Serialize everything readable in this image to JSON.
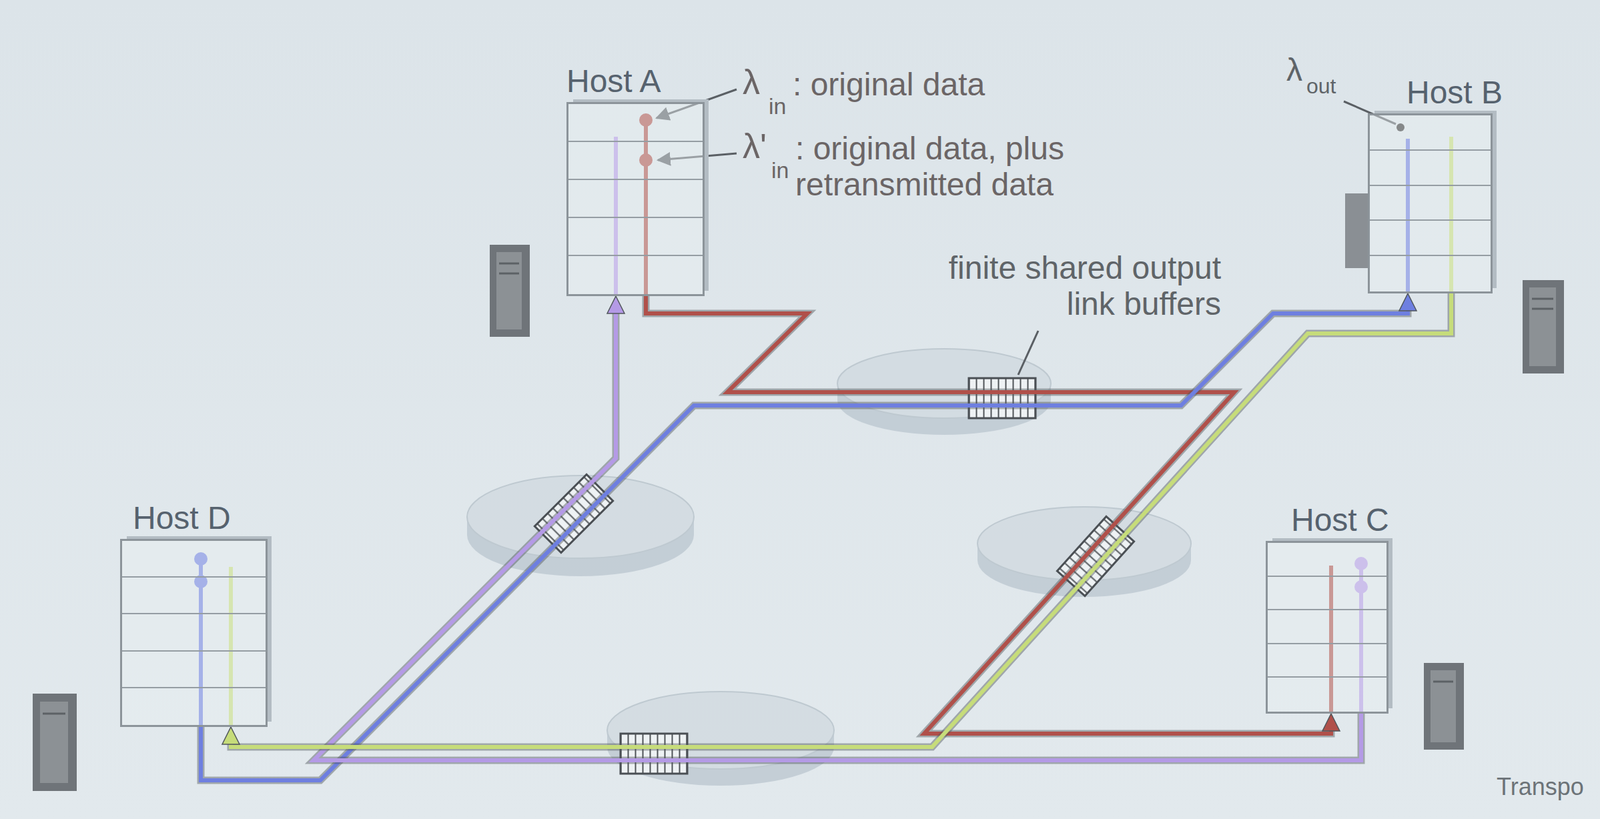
{
  "diagram": {
    "nodes": [
      {
        "text": [
          "Host A"
        ]
      },
      {
        "text": [
          "Host B"
        ]
      },
      {
        "text": [
          "Host D"
        ]
      },
      {
        "text": [
          "Host C"
        ]
      }
    ],
    "edges": [
      {
        "from": 0,
        "to": 3,
        "arrow": "to"
      },
      {
        "from": 2,
        "to": 1,
        "arrow": "to"
      },
      {
        "from": 3,
        "to": 0,
        "arrow": "to"
      },
      {
        "from": 1,
        "to": 2,
        "arrow": "to"
      }
    ],
    "labels": [
      "λ",
      "in",
      ": original data",
      "λ'",
      "in",
      ": original data, plus retransmitted data",
      "λ",
      "out",
      "finite shared output link buffers",
      "Transpo"
    ]
  }
}
